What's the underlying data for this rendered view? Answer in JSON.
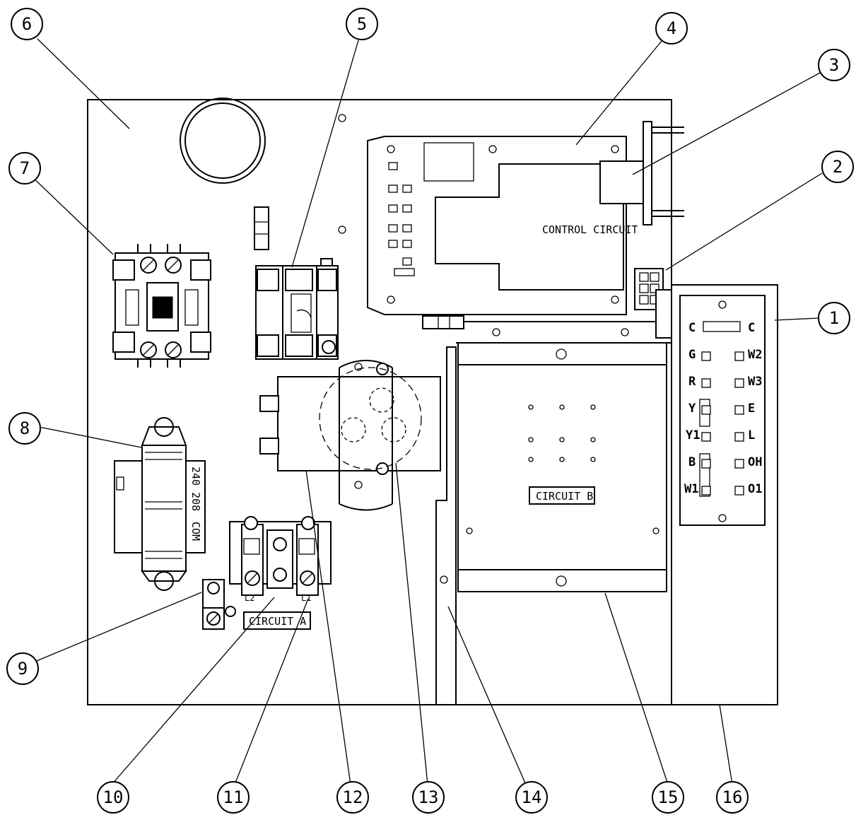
{
  "callouts": [
    "1",
    "2",
    "3",
    "4",
    "5",
    "6",
    "7",
    "8",
    "9",
    "10",
    "11",
    "12",
    "13",
    "14",
    "15",
    "16"
  ],
  "labels": {
    "control_circuit": "CONTROL CIRCUIT",
    "circuit_b": "CIRCUIT  B",
    "circuit_a": "CIRCUIT  A",
    "l1": "L1",
    "l2": "L2",
    "transformer_taps": "240  208",
    "transformer_com": "COM"
  },
  "terminal_block": {
    "left": [
      "C",
      "G",
      "R",
      "Y",
      "Y1",
      "B",
      "W1"
    ],
    "right": [
      "C",
      "W2",
      "W3",
      "E",
      "L",
      "OH",
      "O1"
    ]
  }
}
